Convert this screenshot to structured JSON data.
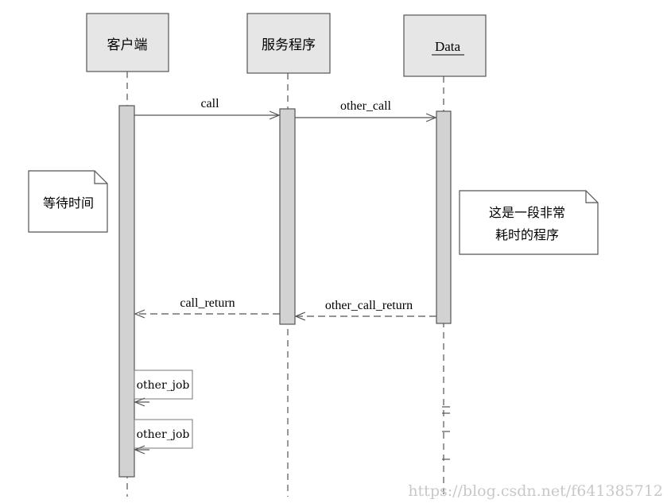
{
  "participants": [
    {
      "label": "客户端"
    },
    {
      "label": "服务程序"
    },
    {
      "label": "Data"
    }
  ],
  "messages": [
    {
      "label": "call"
    },
    {
      "label": "other_call"
    },
    {
      "label": "call_return"
    },
    {
      "label": "other_call_return"
    }
  ],
  "self_calls": [
    {
      "label": "other_job"
    },
    {
      "label": "other_job"
    }
  ],
  "notes": [
    {
      "lines": [
        "等待时间"
      ]
    },
    {
      "lines": [
        "这是一段非常",
        "耗时的程序"
      ]
    }
  ],
  "watermark": "https://blog.csdn.net/f641385712",
  "colors": {
    "box_fill": "#e6e6e6",
    "activation_fill": "#d2d2d2",
    "stroke": "#555555",
    "note_fill": "#ffffff",
    "watermark": "#c8c8c8"
  }
}
